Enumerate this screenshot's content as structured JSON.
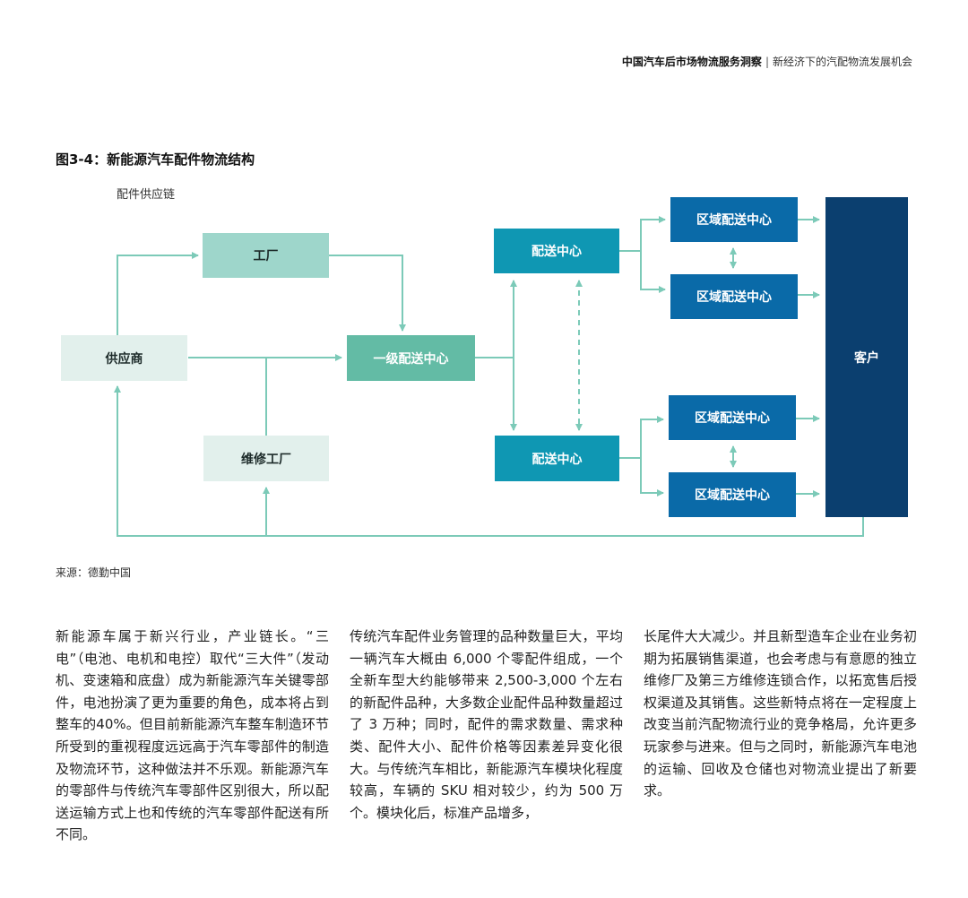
{
  "header": {
    "report_title": "中国汽车后市场物流服务洞察",
    "separator": "|",
    "subtitle": "新经济下的汽配物流发展机会"
  },
  "figure": {
    "title": "图3-4：新能源汽车配件物流结构",
    "chain_label": "配件供应链",
    "nodes": {
      "supplier": "供应商",
      "factory": "工厂",
      "repair_factory": "维修工厂",
      "primary_dc": "一级配送中心",
      "dc_top": "配送中心",
      "dc_bottom": "配送中心",
      "regional_dc_1": "区域配送中心",
      "regional_dc_2": "区域配送中心",
      "regional_dc_3": "区域配送中心",
      "regional_dc_4": "区域配送中心",
      "customer": "客户"
    },
    "colors": {
      "arrow": "#7ccab8",
      "pale": "#e2f0ec",
      "mint": "#9ed6cb",
      "teal": "#63bba5",
      "cyan": "#0f97b3",
      "blue": "#0a6aa8",
      "navy": "#0b3f6f"
    }
  },
  "source": "来源：德勤中国",
  "columns": [
    "新能源车属于新兴行业，产业链长。“三电”（电池、电机和电控）取代“三大件”（发动机、变速箱和底盘）成为新能源汽车关键零部件，电池扮演了更为重要的角色，成本将占到整车的40%。但目前新能源汽车整车制造环节所受到的重视程度远远高于汽车零部件的制造及物流环节，这种做法并不乐观。新能源汽车的零部件与传统汽车零部件区别很大，所以配送运输方式上也和传统的汽车零部件配送有所不同。",
    "传统汽车配件业务管理的品种数量巨大，平均一辆汽车大概由 6,000 个零配件组成，一个全新车型大约能够带来 2,500-3,000 个左右的新配件品种，大多数企业配件品种数量超过了 3 万种；同时，配件的需求数量、需求种类、配件大小、配件价格等因素差异变化很大。与传统汽车相比，新能源汽车模块化程度较高，车辆的 SKU 相对较少，约为 500 万个。模块化后，标准产品增多，",
    "长尾件大大减少。并且新型造车企业在业务初期为拓展销售渠道，也会考虑与有意愿的独立维修厂及第三方维修连锁合作，以拓宽售后授权渠道及其销售。这些新特点将在一定程度上改变当前汽配物流行业的竞争格局，允许更多玩家参与进来。但与之同时，新能源汽车电池的运输、回收及仓储也对物流业提出了新要求。"
  ]
}
